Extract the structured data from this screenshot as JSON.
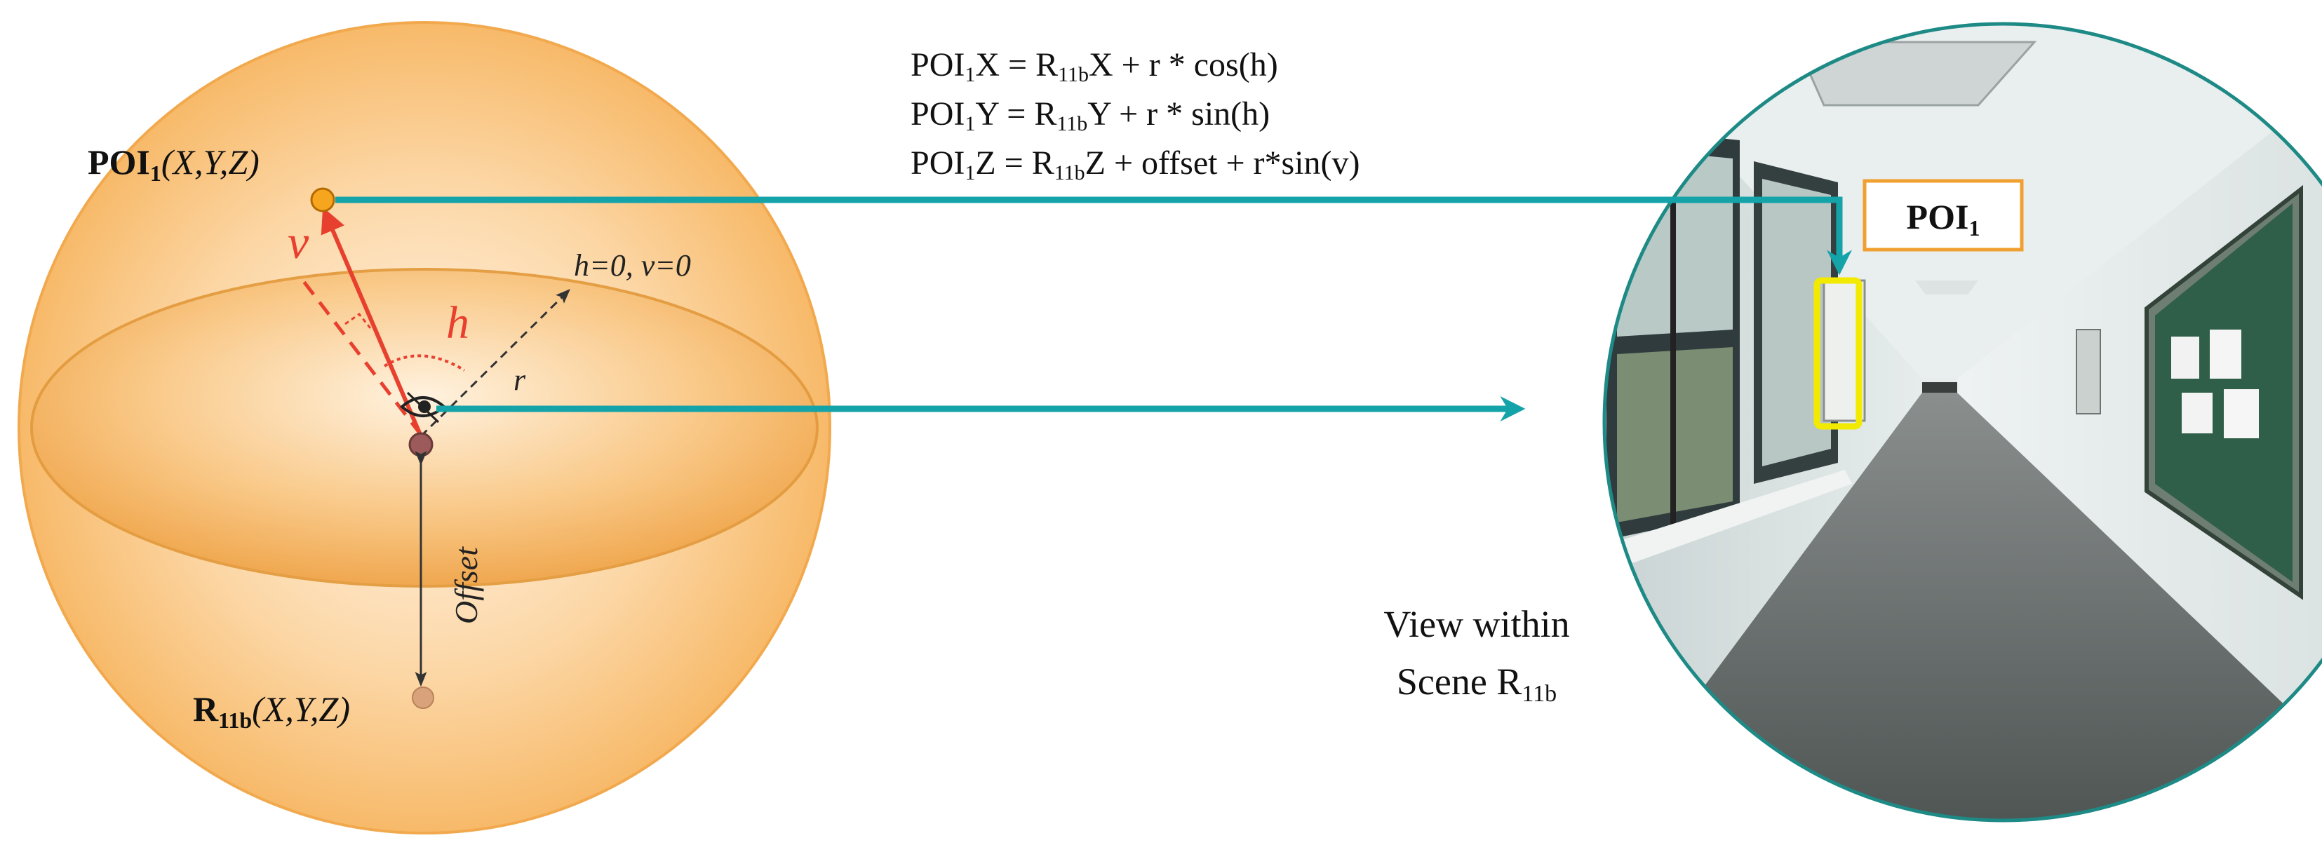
{
  "sphere": {
    "poi": {
      "name": "POI",
      "sub": "1",
      "coords": "(X,Y,Z)"
    },
    "origin": {
      "name": "R",
      "sub": "11b",
      "coords": "(X,Y,Z)"
    },
    "labels": {
      "v": "v",
      "h": "h",
      "r": "r",
      "h0v0": "h=0, v=0",
      "offset": "Offset"
    }
  },
  "equations": [
    {
      "lhs_prefix": "POI",
      "lhs_sub": "1",
      "lhs_axis": "X",
      "rhs_r": "R",
      "rhs_sub": "11b",
      "rhs_rest": "X + r * cos(h)"
    },
    {
      "lhs_prefix": "POI",
      "lhs_sub": "1",
      "lhs_axis": "Y",
      "rhs_r": "R",
      "rhs_sub": "11b",
      "rhs_rest": "Y + r * sin(h)"
    },
    {
      "lhs_prefix": "POI",
      "lhs_sub": "1",
      "lhs_axis": "Z",
      "rhs_r": "R",
      "rhs_sub": "11b",
      "rhs_rest": "Z + offset + r*sin(v)"
    }
  ],
  "view": {
    "caption_line1": "View within",
    "caption_line2_prefix": "Scene R",
    "caption_line2_sub": "11b",
    "poi_label": "POI",
    "poi_label_sub": "1"
  },
  "colors": {
    "sphere_orange": "#f6b25a",
    "sphere_light": "#fff3e2",
    "arrow_teal": "#14a3a8",
    "red": "#e8402e",
    "highlight_yellow": "#f2ea00",
    "label_border": "#f0a030",
    "circle_border": "#1e8a86"
  }
}
